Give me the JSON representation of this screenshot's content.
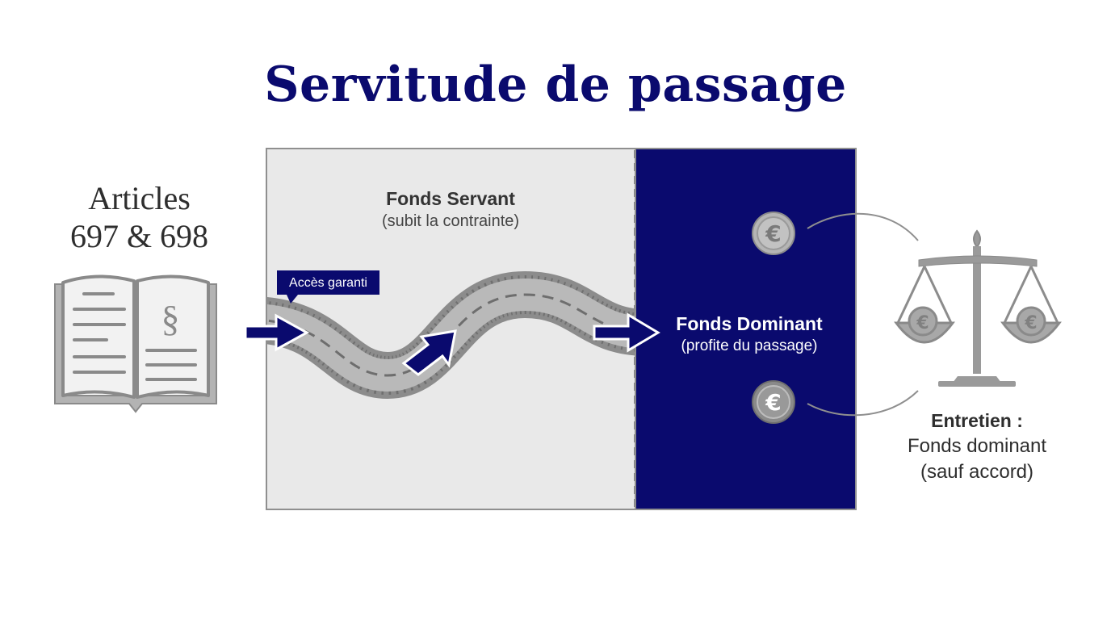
{
  "title": "Servitude de passage",
  "articles": {
    "line1": "Articles",
    "line2": "697 & 698"
  },
  "book": {
    "symbol": "§"
  },
  "fonds_servant": {
    "title": "Fonds Servant",
    "subtitle": "(subit la contrainte)"
  },
  "fonds_dominant": {
    "title": "Fonds Dominant",
    "subtitle": "(profite du passage)"
  },
  "acces_label": "Accès garanti",
  "coin_symbol": "€",
  "entretien": {
    "title": "Entretien :",
    "line1": "Fonds dominant",
    "line2": "(sauf accord)"
  },
  "colors": {
    "navy": "#0a0a6e",
    "servant_bg": "#e9e9e9",
    "road": "#8c8c8c",
    "grey_icon": "#9a9a9a"
  }
}
